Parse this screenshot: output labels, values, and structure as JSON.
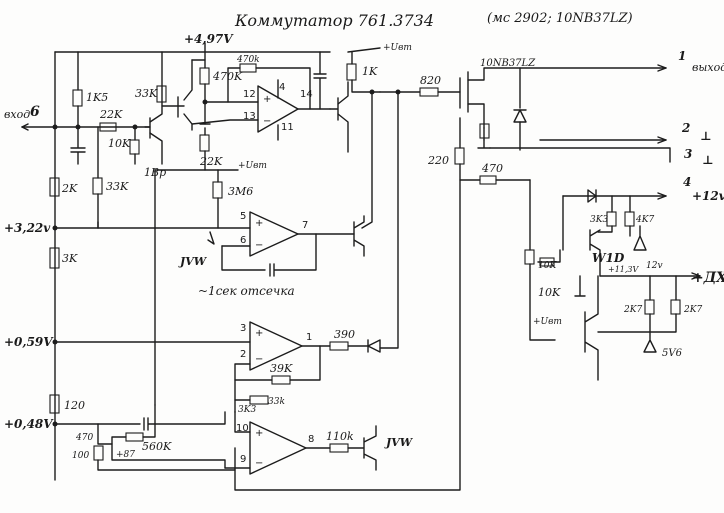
{
  "title": "Коммутатор 761.3734",
  "subtitle": "(мс 2902; 10NB37LZ)",
  "supply_label": "+4,97V",
  "uint_label": "+Uвт",
  "labels": {
    "input_pin": "6",
    "input": "вход",
    "out_pin1": "1",
    "out": "выход",
    "pin2": "2",
    "pin3": "3",
    "gnd1": "⊥",
    "gnd2": "⊥",
    "pin4": "4",
    "plus12": "+12v",
    "plus_dx": "+ДХ",
    "v322": "+3,22v",
    "v059": "+0,59V",
    "v048": "+0,48V",
    "mosfet": "10NB37LZ",
    "w1d": "W1D",
    "v113": "+11,3V",
    "z12": "12v",
    "z5v6": "5V6",
    "jvw1": "JVW",
    "jvw2": "JVW",
    "cutoff": "~1сек отсечка",
    "plus87": "+87",
    "br": "1Вр",
    "uin1": "+Uвт",
    "uin2": "+Uвт",
    "uin3": "+Uвт"
  },
  "resistors": {
    "r1k5": "1K5",
    "r33k_a": "33K",
    "r470k_a": "470K",
    "r470k_b": "470k",
    "r1k": "1K",
    "r820": "820",
    "r22k_a": "22K",
    "r10k_a": "10K",
    "r22k_b": "22K",
    "r2k": "2K",
    "r33k_b": "33K",
    "r3m6": "3M6",
    "r3k": "3K",
    "r120": "120",
    "r470_a": "470",
    "r100": "100",
    "r560k": "560K",
    "r390": "390",
    "r39k": "39K",
    "r33k_c": "33k",
    "r3k3_a": "3K3",
    "r110k": "110k",
    "r220": "220",
    "r470_b": "470",
    "r3k3_b": "3K3",
    "r4k7_a": "4K7",
    "r10k_b": "10K",
    "r10k_c": "10K",
    "r2k7_a": "2K7",
    "r2k7_b": "2K7"
  },
  "pins": {
    "u1_p12": "12",
    "u1_p13": "13",
    "u1_p4": "4",
    "u1_p14": "14",
    "u1_p11": "11",
    "u2_p5": "5",
    "u2_p6": "6",
    "u2_p7": "7",
    "u3_p3": "3",
    "u3_p2": "2",
    "u3_p1": "1",
    "u4_p10": "10",
    "u4_p9": "9",
    "u4_p8": "8"
  }
}
